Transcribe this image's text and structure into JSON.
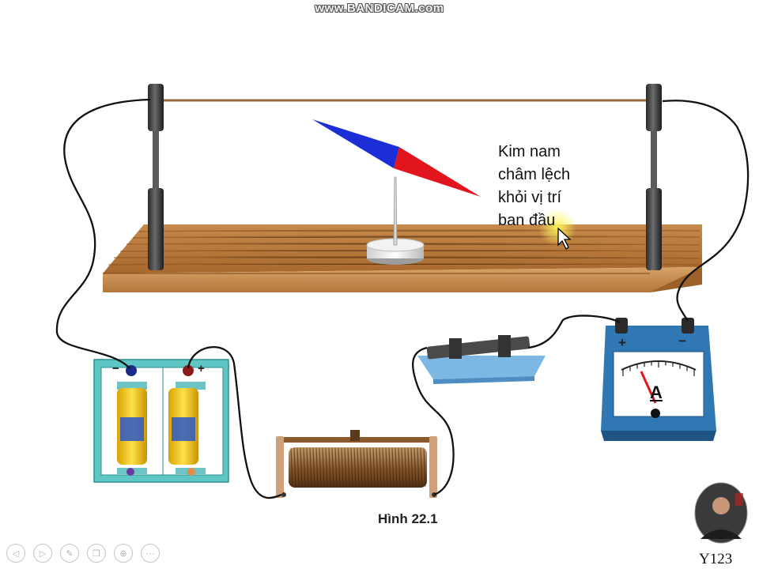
{
  "watermark": "www.BANDICAM.com",
  "caption": {
    "line1": "Kim nam",
    "line2": "châm lệch",
    "line3": "khỏi vị trí",
    "line4": "ban đầu"
  },
  "figure_title": "Hình 22.1",
  "ammeter": {
    "letter": "A",
    "plus": "+",
    "minus": "−"
  },
  "battery": {
    "minus": "−",
    "plus": "+"
  },
  "presenter": {
    "name": "Y123"
  },
  "toolbar": {
    "buttons": [
      "◁",
      "▷",
      "✎",
      "❐",
      "⊕",
      "⋯"
    ]
  },
  "colors": {
    "wood": "#b97a3f",
    "needle_north": "#e2141c",
    "needle_south": "#1c2fd6",
    "battery_box": "#5fc6c6",
    "meter_blue": "#2f78b4",
    "highlight": "#f4ee2a"
  }
}
